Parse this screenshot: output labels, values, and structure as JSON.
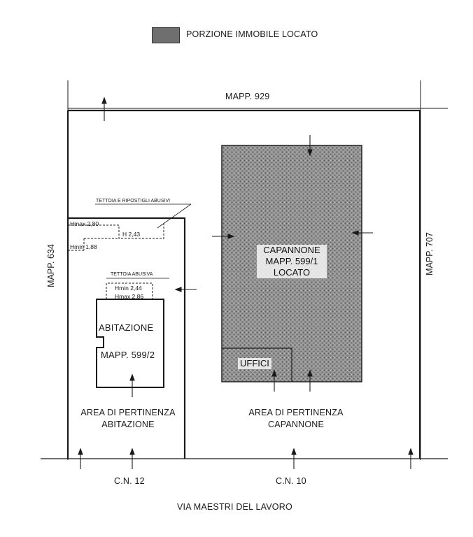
{
  "legend": {
    "label": "PORZIONE IMMOBILE LOCATO",
    "swatch_color": "#6f6f6f"
  },
  "parcels": {
    "north": "MAPP. 929",
    "west": "MAPP. 634",
    "east": "MAPP. 707"
  },
  "capannone": {
    "line1": "CAPANNONE",
    "line2": "MAPP. 599/1",
    "line3": "LOCATO",
    "offices": "UFFICI"
  },
  "abitazione": {
    "line1": "ABITAZIONE",
    "line2": "MAPP. 599/2"
  },
  "tettoia_ripostigli": {
    "title": "TETTOIA E RIPOSTIGLI ABUSIVI",
    "hmax": "Hmax 2,80",
    "h": "H 2,43",
    "hmin": "Hmin 1,88"
  },
  "tettoia_abusiva": {
    "title": "TETTOIA ABUSIVA",
    "hmin": "Hmin 2,44",
    "hmax": "Hmax 2,86"
  },
  "areas": {
    "abitazione_l1": "AREA DI PERTINENZA",
    "abitazione_l2": "ABITAZIONE",
    "capannone_l1": "AREA DI PERTINENZA",
    "capannone_l2": "CAPANNONE"
  },
  "civic": {
    "cn12": "C.N. 12",
    "cn10": "C.N. 10"
  },
  "street": "VIA MAESTRI DEL LAVORO",
  "colors": {
    "line": "#1a1a1a",
    "fill": "#8a8a8a"
  }
}
